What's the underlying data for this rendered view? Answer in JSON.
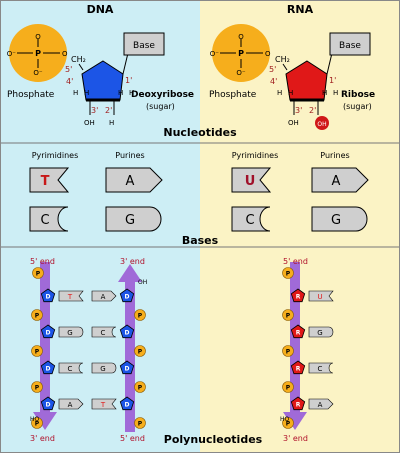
{
  "columns": {
    "dna": "DNA",
    "rna": "RNA"
  },
  "sections": {
    "nucleotides": "Nucleotides",
    "bases": "Bases",
    "polynucleotides": "Polynucleotides"
  },
  "nucleotide": {
    "phosphate_label": "Phosphate",
    "phosphate_o": "O",
    "phosphate_o_minus": "O⁻",
    "phosphate_p": "P",
    "ch2": "CH₂",
    "base_label": "Base",
    "carbon_5": "5'",
    "carbon_4": "4'",
    "carbon_3": "3'",
    "carbon_2": "2'",
    "carbon_1": "1'",
    "h": "H",
    "oh": "OH",
    "dna_sugar_name": "Deoxyribose",
    "rna_sugar_name": "Ribose",
    "sugar_sub": "(sugar)"
  },
  "bases": {
    "pyrimidines_label": "Pyrimidines",
    "purines_label": "Purines",
    "dna_pyrimidines": [
      "T",
      "C"
    ],
    "dna_purines": [
      "A",
      "G"
    ],
    "rna_pyrimidines": [
      "U",
      "C"
    ],
    "rna_purines": [
      "A",
      "G"
    ]
  },
  "polynucleotides": {
    "five_end": "5' end",
    "three_end": "3' end",
    "p": "P",
    "d": "D",
    "r": "R",
    "oh": "OH",
    "ho": "HO",
    "dna_pairs": [
      [
        "T",
        "A"
      ],
      [
        "G",
        "C"
      ],
      [
        "C",
        "G"
      ],
      [
        "A",
        "T"
      ]
    ],
    "rna_bases": [
      "U",
      "G",
      "C",
      "A"
    ]
  },
  "colors": {
    "dna_bg": "#cdeef5",
    "rna_bg": "#fbf3c5",
    "phosphate": "#f6ae1c",
    "deoxyribose": "#1c55e6",
    "ribose": "#e01818",
    "backbone": "#a06ad8",
    "base_box": "#cfcfcf",
    "thymine": "#c81818",
    "uracil": "#a0102a"
  }
}
